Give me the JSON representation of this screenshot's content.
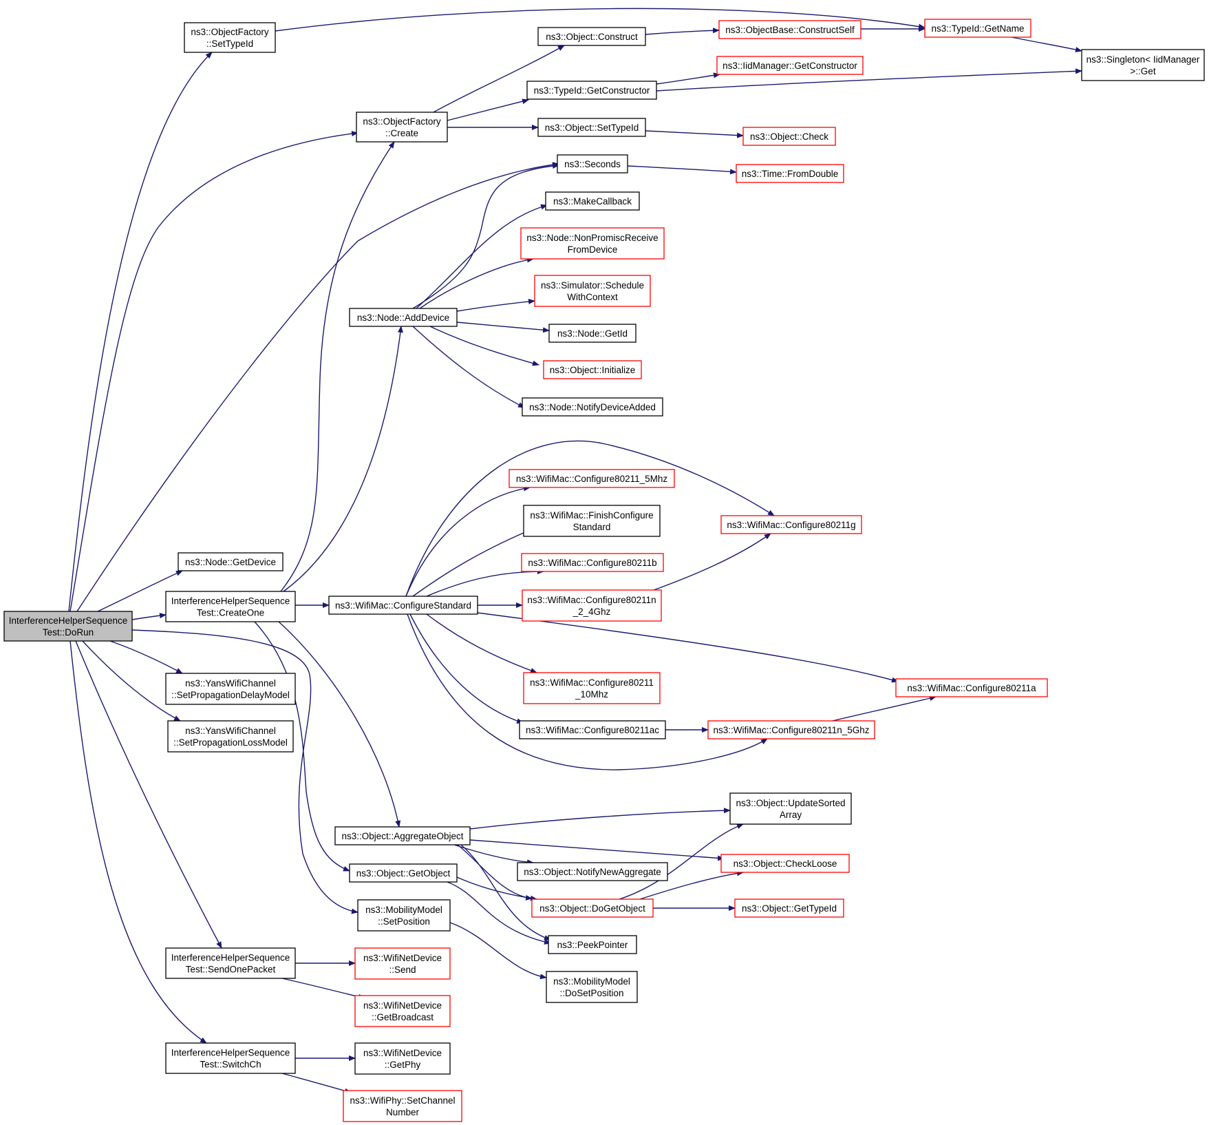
{
  "diagram": {
    "type": "call-graph",
    "colors": {
      "edge": "#191970",
      "node_border_default": "#000000",
      "node_border_truncated": "#ff0000",
      "node_fill_default": "#ffffff",
      "node_fill_root": "#bfbfbf"
    },
    "nodes": [
      {
        "id": "dorun",
        "lines": [
          "InterferenceHelperSequence",
          "Test::DoRun"
        ],
        "style": "root"
      },
      {
        "id": "of_settypeid",
        "lines": [
          "ns3::ObjectFactory",
          "::SetTypeId"
        ],
        "style": "default"
      },
      {
        "id": "of_create",
        "lines": [
          "ns3::ObjectFactory",
          "::Create"
        ],
        "style": "default"
      },
      {
        "id": "obj_construct",
        "lines": [
          "ns3::Object::Construct"
        ],
        "style": "default"
      },
      {
        "id": "objbase_constructself",
        "lines": [
          "ns3::ObjectBase::ConstructSelf"
        ],
        "style": "truncated"
      },
      {
        "id": "typeid_getname",
        "lines": [
          "ns3::TypeId::GetName"
        ],
        "style": "truncated"
      },
      {
        "id": "singleton_get",
        "lines": [
          "ns3::Singleton< IidManager",
          ">::Get"
        ],
        "style": "default"
      },
      {
        "id": "iid_getconstructor",
        "lines": [
          "ns3::IidManager::GetConstructor"
        ],
        "style": "truncated"
      },
      {
        "id": "typeid_getconstructor",
        "lines": [
          "ns3::TypeId::GetConstructor"
        ],
        "style": "default"
      },
      {
        "id": "obj_settypeid",
        "lines": [
          "ns3::Object::SetTypeId"
        ],
        "style": "default"
      },
      {
        "id": "obj_check",
        "lines": [
          "ns3::Object::Check"
        ],
        "style": "truncated"
      },
      {
        "id": "seconds",
        "lines": [
          "ns3::Seconds"
        ],
        "style": "default"
      },
      {
        "id": "time_fromdouble",
        "lines": [
          "ns3::Time::FromDouble"
        ],
        "style": "truncated"
      },
      {
        "id": "makecallback",
        "lines": [
          "ns3::MakeCallback"
        ],
        "style": "default"
      },
      {
        "id": "node_nonpromisc",
        "lines": [
          "ns3::Node::NonPromiscReceive",
          "FromDevice"
        ],
        "style": "truncated"
      },
      {
        "id": "sim_schedule",
        "lines": [
          "ns3::Simulator::Schedule",
          "WithContext"
        ],
        "style": "truncated"
      },
      {
        "id": "node_adddevice",
        "lines": [
          "ns3::Node::AddDevice"
        ],
        "style": "default"
      },
      {
        "id": "node_getid",
        "lines": [
          "ns3::Node::GetId"
        ],
        "style": "default"
      },
      {
        "id": "obj_initialize",
        "lines": [
          "ns3::Object::Initialize"
        ],
        "style": "truncated"
      },
      {
        "id": "node_notifydeviceadded",
        "lines": [
          "ns3::Node::NotifyDeviceAdded"
        ],
        "style": "default"
      },
      {
        "id": "node_getdevice",
        "lines": [
          "ns3::Node::GetDevice"
        ],
        "style": "default"
      },
      {
        "id": "createone",
        "lines": [
          "InterferenceHelperSequence",
          "Test::CreateOne"
        ],
        "style": "default"
      },
      {
        "id": "wm_configurestandard",
        "lines": [
          "ns3::WifiMac::ConfigureStandard"
        ],
        "style": "default"
      },
      {
        "id": "wm_5mhz",
        "lines": [
          "ns3::WifiMac::Configure80211_5Mhz"
        ],
        "style": "truncated"
      },
      {
        "id": "wm_finishconfigure",
        "lines": [
          "ns3::WifiMac::FinishConfigure",
          "Standard"
        ],
        "style": "default"
      },
      {
        "id": "wm_80211b",
        "lines": [
          "ns3::WifiMac::Configure80211b"
        ],
        "style": "truncated"
      },
      {
        "id": "wm_80211n_24",
        "lines": [
          "ns3::WifiMac::Configure80211n",
          "_2_4Ghz"
        ],
        "style": "truncated"
      },
      {
        "id": "wm_80211g",
        "lines": [
          "ns3::WifiMac::Configure80211g"
        ],
        "style": "truncated"
      },
      {
        "id": "wm_10mhz",
        "lines": [
          "ns3::WifiMac::Configure80211",
          "_10Mhz"
        ],
        "style": "truncated"
      },
      {
        "id": "wm_80211a",
        "lines": [
          "ns3::WifiMac::Configure80211a"
        ],
        "style": "truncated"
      },
      {
        "id": "wm_80211ac",
        "lines": [
          "ns3::WifiMac::Configure80211ac"
        ],
        "style": "default"
      },
      {
        "id": "wm_80211n_5",
        "lines": [
          "ns3::WifiMac::Configure80211n_5Ghz"
        ],
        "style": "truncated"
      },
      {
        "id": "yans_delay",
        "lines": [
          "ns3::YansWifiChannel",
          "::SetPropagationDelayModel"
        ],
        "style": "default"
      },
      {
        "id": "yans_loss",
        "lines": [
          "ns3::YansWifiChannel",
          "::SetPropagationLossModel"
        ],
        "style": "default"
      },
      {
        "id": "obj_aggregate",
        "lines": [
          "ns3::Object::AggregateObject"
        ],
        "style": "default"
      },
      {
        "id": "obj_updatesorted",
        "lines": [
          "ns3::Object::UpdateSorted",
          "Array"
        ],
        "style": "default"
      },
      {
        "id": "obj_checkloose",
        "lines": [
          "ns3::Object::CheckLoose"
        ],
        "style": "truncated"
      },
      {
        "id": "obj_notifynewaggregate",
        "lines": [
          "ns3::Object::NotifyNewAggregate"
        ],
        "style": "default"
      },
      {
        "id": "obj_getobject",
        "lines": [
          "ns3::Object::GetObject"
        ],
        "style": "default"
      },
      {
        "id": "obj_dogetobject",
        "lines": [
          "ns3::Object::DoGetObject"
        ],
        "style": "truncated"
      },
      {
        "id": "obj_gettypeid",
        "lines": [
          "ns3::Object::GetTypeId"
        ],
        "style": "truncated"
      },
      {
        "id": "mm_setposition",
        "lines": [
          "ns3::MobilityModel",
          "::SetPosition"
        ],
        "style": "default"
      },
      {
        "id": "peekpointer",
        "lines": [
          "ns3::PeekPointer"
        ],
        "style": "default"
      },
      {
        "id": "mm_dosetposition",
        "lines": [
          "ns3::MobilityModel",
          "::DoSetPosition"
        ],
        "style": "default"
      },
      {
        "id": "sendonepacket",
        "lines": [
          "InterferenceHelperSequence",
          "Test::SendOnePacket"
        ],
        "style": "default"
      },
      {
        "id": "wnd_send",
        "lines": [
          "ns3::WifiNetDevice",
          "::Send"
        ],
        "style": "truncated"
      },
      {
        "id": "wnd_getbroadcast",
        "lines": [
          "ns3::WifiNetDevice",
          "::GetBroadcast"
        ],
        "style": "truncated"
      },
      {
        "id": "switchch",
        "lines": [
          "InterferenceHelperSequence",
          "Test::SwitchCh"
        ],
        "style": "default"
      },
      {
        "id": "wnd_getphy",
        "lines": [
          "ns3::WifiNetDevice",
          "::GetPhy"
        ],
        "style": "default"
      },
      {
        "id": "wp_setchannel",
        "lines": [
          "ns3::WifiPhy::SetChannel",
          "Number"
        ],
        "style": "truncated"
      }
    ],
    "edges": [
      {
        "from": "dorun",
        "to": "of_settypeid"
      },
      {
        "from": "dorun",
        "to": "of_create"
      },
      {
        "from": "dorun",
        "to": "seconds"
      },
      {
        "from": "dorun",
        "to": "node_getdevice"
      },
      {
        "from": "dorun",
        "to": "createone"
      },
      {
        "from": "dorun",
        "to": "yans_delay"
      },
      {
        "from": "dorun",
        "to": "yans_loss"
      },
      {
        "from": "dorun",
        "to": "mm_setposition"
      },
      {
        "from": "dorun",
        "to": "sendonepacket"
      },
      {
        "from": "dorun",
        "to": "switchch"
      },
      {
        "from": "of_settypeid",
        "to": "typeid_getname"
      },
      {
        "from": "of_create",
        "to": "obj_construct"
      },
      {
        "from": "of_create",
        "to": "typeid_getconstructor"
      },
      {
        "from": "of_create",
        "to": "obj_settypeid"
      },
      {
        "from": "obj_construct",
        "to": "objbase_constructself"
      },
      {
        "from": "objbase_constructself",
        "to": "typeid_getname"
      },
      {
        "from": "typeid_getname",
        "to": "singleton_get"
      },
      {
        "from": "typeid_getconstructor",
        "to": "iid_getconstructor"
      },
      {
        "from": "typeid_getconstructor",
        "to": "singleton_get"
      },
      {
        "from": "obj_settypeid",
        "to": "obj_check"
      },
      {
        "from": "seconds",
        "to": "time_fromdouble"
      },
      {
        "from": "node_adddevice",
        "to": "seconds"
      },
      {
        "from": "node_adddevice",
        "to": "makecallback"
      },
      {
        "from": "node_adddevice",
        "to": "node_nonpromisc"
      },
      {
        "from": "node_adddevice",
        "to": "sim_schedule"
      },
      {
        "from": "node_adddevice",
        "to": "node_getid"
      },
      {
        "from": "node_adddevice",
        "to": "obj_initialize"
      },
      {
        "from": "node_adddevice",
        "to": "node_notifydeviceadded"
      },
      {
        "from": "createone",
        "to": "of_create"
      },
      {
        "from": "createone",
        "to": "node_adddevice"
      },
      {
        "from": "createone",
        "to": "wm_configurestandard"
      },
      {
        "from": "createone",
        "to": "obj_aggregate"
      },
      {
        "from": "createone",
        "to": "obj_getobject"
      },
      {
        "from": "wm_configurestandard",
        "to": "wm_5mhz"
      },
      {
        "from": "wm_configurestandard",
        "to": "wm_finishconfigure"
      },
      {
        "from": "wm_configurestandard",
        "to": "wm_80211b"
      },
      {
        "from": "wm_configurestandard",
        "to": "wm_80211n_24"
      },
      {
        "from": "wm_configurestandard",
        "to": "wm_80211g"
      },
      {
        "from": "wm_configurestandard",
        "to": "wm_10mhz"
      },
      {
        "from": "wm_configurestandard",
        "to": "wm_80211ac"
      },
      {
        "from": "wm_configurestandard",
        "to": "wm_80211a"
      },
      {
        "from": "wm_configurestandard",
        "to": "wm_80211n_5"
      },
      {
        "from": "wm_80211n_24",
        "to": "wm_80211g"
      },
      {
        "from": "wm_80211ac",
        "to": "wm_80211n_5"
      },
      {
        "from": "wm_80211n_5",
        "to": "wm_80211a"
      },
      {
        "from": "obj_aggregate",
        "to": "obj_updatesorted"
      },
      {
        "from": "obj_aggregate",
        "to": "obj_checkloose"
      },
      {
        "from": "obj_aggregate",
        "to": "obj_notifynewaggregate"
      },
      {
        "from": "obj_aggregate",
        "to": "obj_dogetobject"
      },
      {
        "from": "obj_aggregate",
        "to": "peekpointer"
      },
      {
        "from": "obj_getobject",
        "to": "obj_dogetobject"
      },
      {
        "from": "obj_getobject",
        "to": "peekpointer"
      },
      {
        "from": "obj_dogetobject",
        "to": "obj_updatesorted"
      },
      {
        "from": "obj_dogetobject",
        "to": "obj_checkloose"
      },
      {
        "from": "obj_dogetobject",
        "to": "obj_gettypeid"
      },
      {
        "from": "mm_setposition",
        "to": "mm_dosetposition"
      },
      {
        "from": "sendonepacket",
        "to": "wnd_send"
      },
      {
        "from": "sendonepacket",
        "to": "wnd_getbroadcast"
      },
      {
        "from": "switchch",
        "to": "wnd_getphy"
      },
      {
        "from": "switchch",
        "to": "wp_setchannel"
      }
    ]
  }
}
